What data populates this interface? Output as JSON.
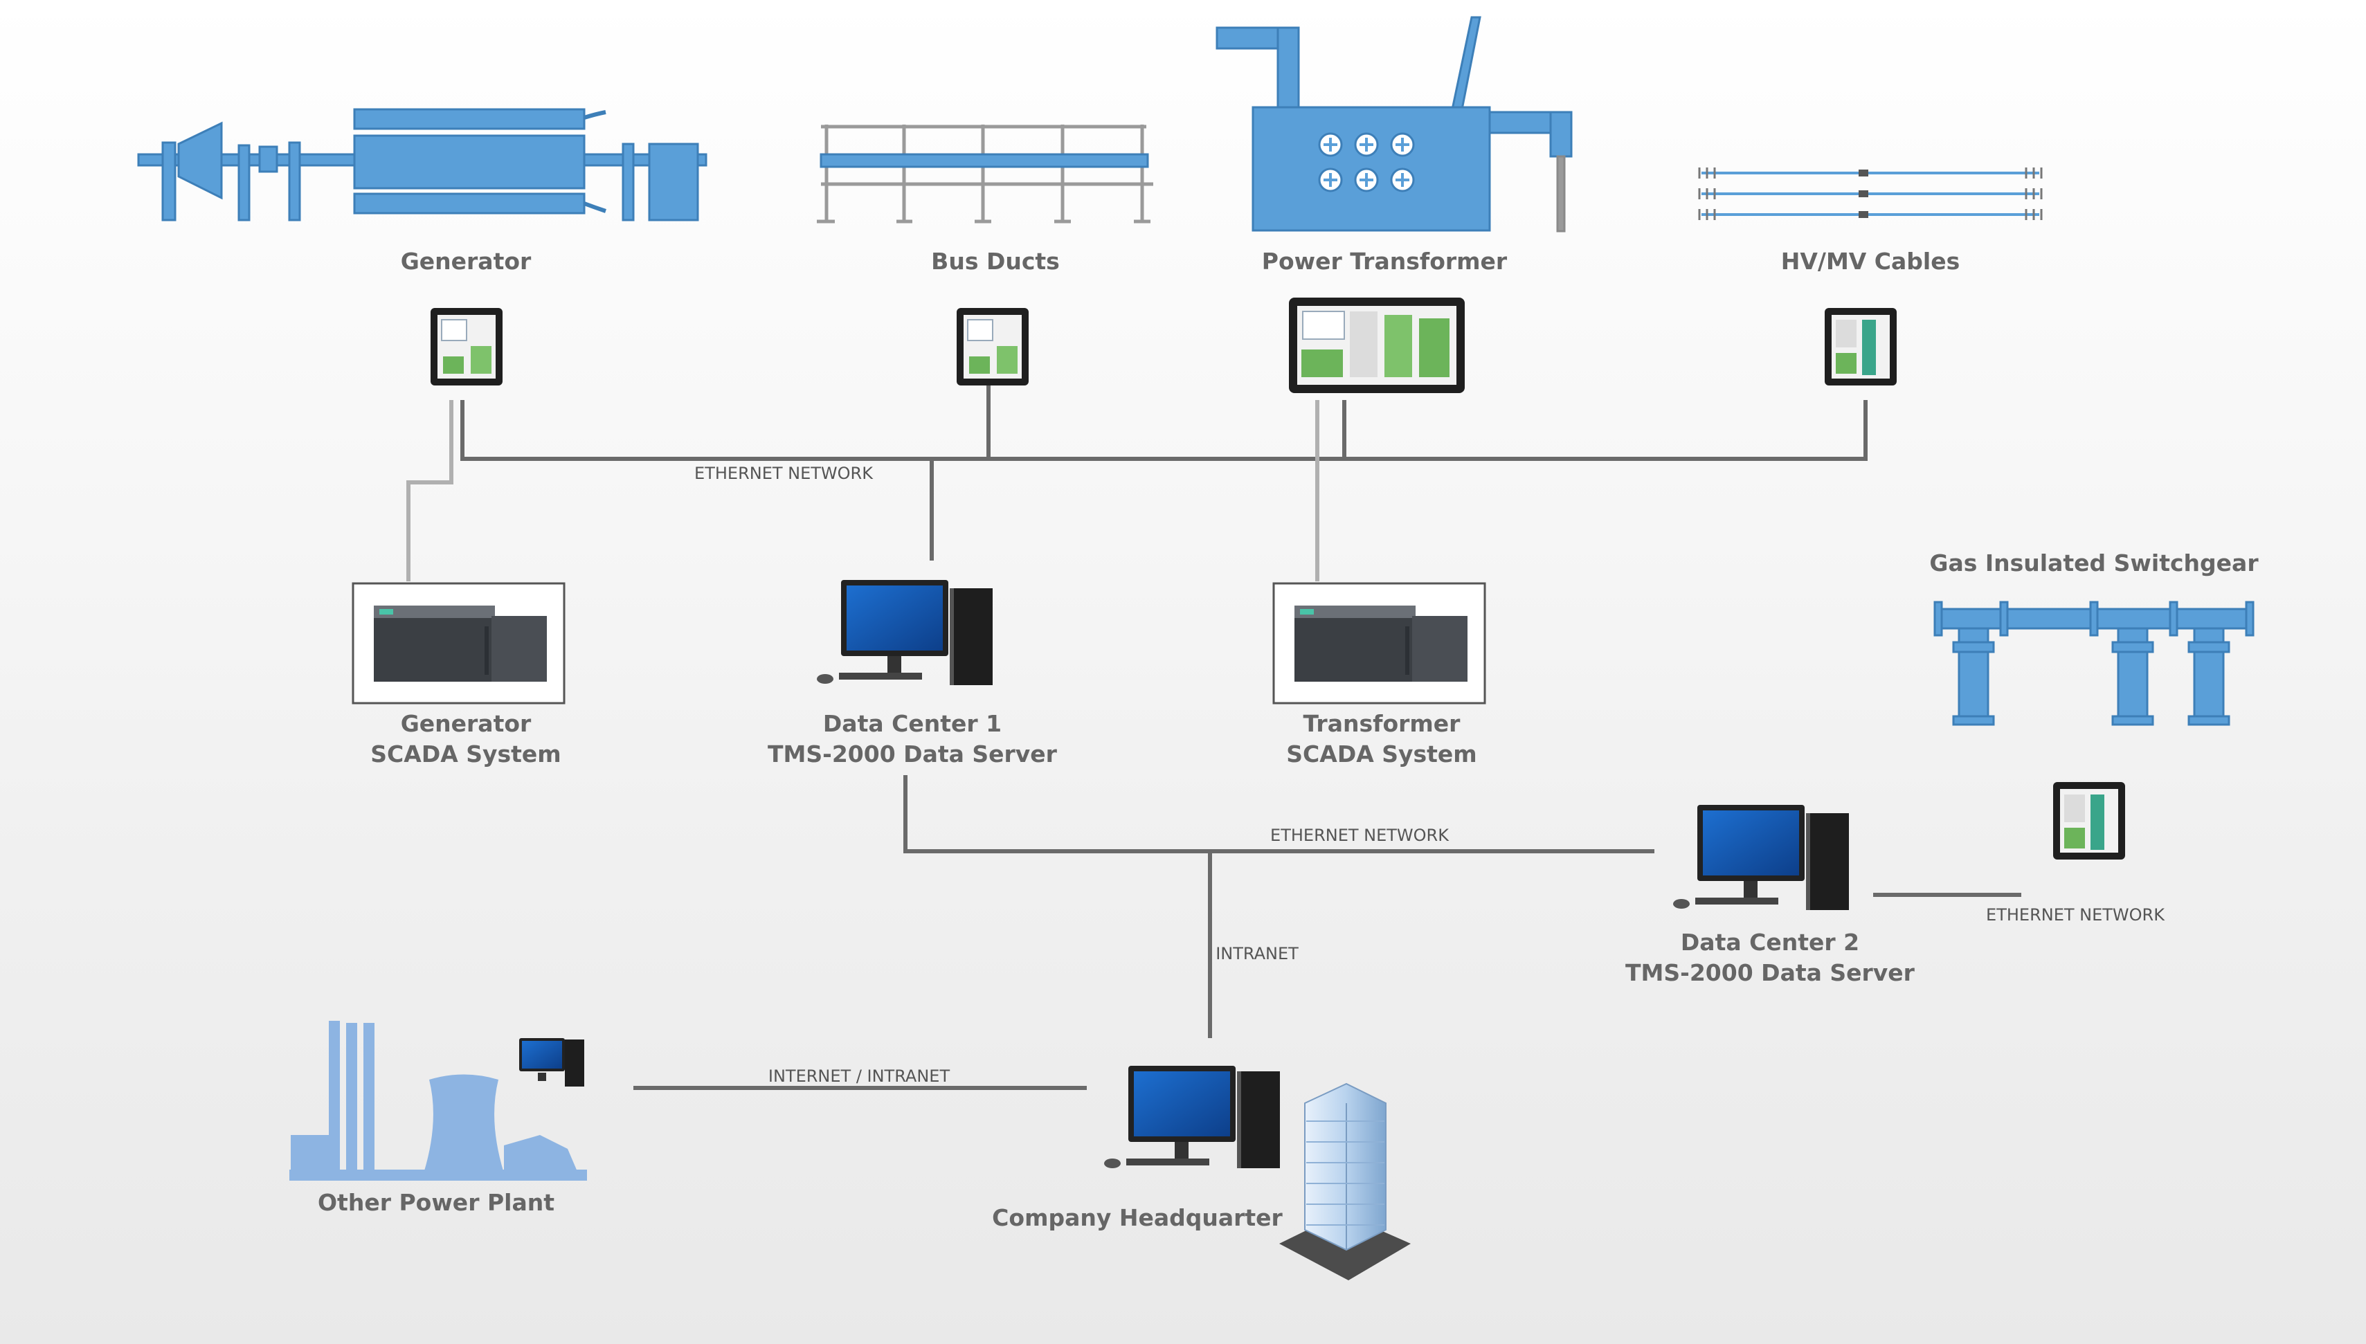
{
  "equipment": {
    "generator": "Generator",
    "bus_ducts": "Bus Ducts",
    "power_transformer": "Power Transformer",
    "hv_mv_cables": "HV/MV Cables",
    "gis": "Gas Insulated Switchgear"
  },
  "systems": {
    "generator_scada": [
      "Generator",
      "SCADA System"
    ],
    "data_center_1": [
      "Data Center 1",
      "TMS-2000 Data Server"
    ],
    "transformer_scada": [
      "Transformer",
      "SCADA System"
    ],
    "data_center_2": [
      "Data Center 2",
      "TMS-2000 Data Server"
    ],
    "other_power_plant": "Other Power Plant",
    "company_headquarter": "Company Headquarter"
  },
  "networks": {
    "ethernet_top": "ETHERNET NETWORK",
    "ethernet_middle": "ETHERNET NETWORK",
    "ethernet_gis": "ETHERNET NETWORK",
    "intranet": "INTRANET",
    "internet_intranet": "INTERNET / INTRANET"
  },
  "colors": {
    "equipment_blue": "#5a9fd8",
    "equipment_stroke": "#3d7fb8",
    "network_line": "#6a6a6a",
    "scada_link": "#b0b0b0",
    "label_text": "#666666"
  }
}
